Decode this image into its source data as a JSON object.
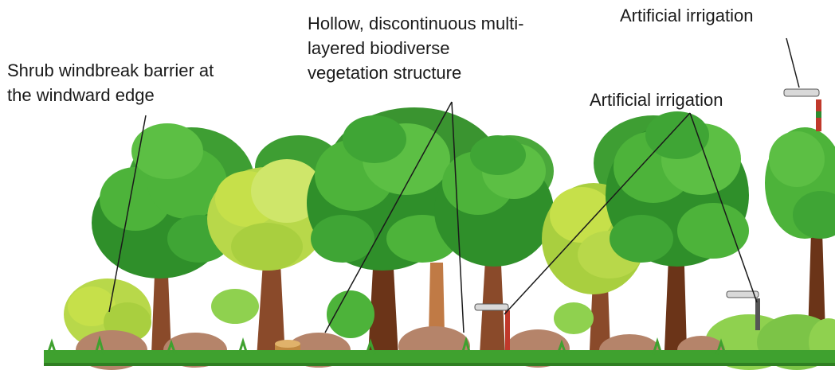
{
  "labels": {
    "shrub_windbreak": "Shrub windbreak barrier at\nthe windward edge",
    "hollow_structure": "Hollow, discontinuous multi-\nlayered biodiverse\nvegetation structure",
    "irrigation_top": "Artificial irrigation",
    "irrigation_middle": "Artificial irrigation"
  },
  "colors": {
    "leaf_dark": "#2f8f2a",
    "leaf_mid": "#4db33a",
    "leaf_light": "#8fd14f",
    "leaf_yellow": "#c6e04a",
    "trunk": "#8a4a2a",
    "trunk_dark": "#6b3418",
    "rock": "#b5846a",
    "grass": "#3fa12f",
    "leader_line": "#1a1a1a"
  },
  "icons": [
    "tree-icon",
    "shrub-icon",
    "rock-icon",
    "sprinkler-icon",
    "stump-icon"
  ]
}
